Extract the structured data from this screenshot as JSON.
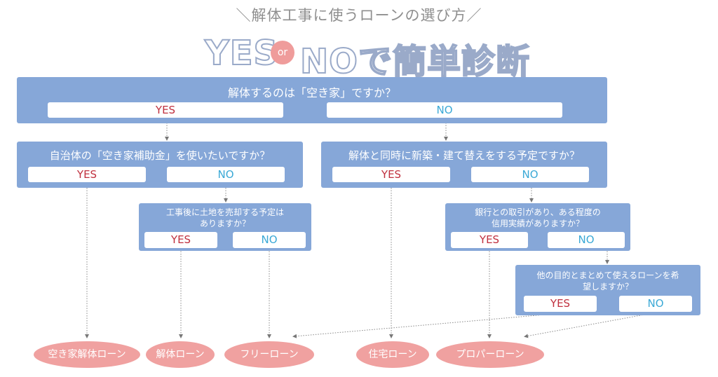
{
  "header": {
    "subtitle": "＼解体工事に使うローンの選び方／",
    "yes": "YES",
    "or": "or",
    "no_title": "NOで簡単診断"
  },
  "questions": {
    "q1": {
      "text": "解体するのは「空き家」ですか？",
      "yes": "YES",
      "no": "NO"
    },
    "q2": {
      "text": "自治体の「空き家補助金」を使いたいですか？",
      "yes": "YES",
      "no": "NO"
    },
    "q3": {
      "text": "解体と同時に新築・建て替えをする予定ですか？",
      "yes": "YES",
      "no": "NO"
    },
    "q4": {
      "line1": "工事後に土地を売却する予定は",
      "line2": "ありますか？",
      "yes": "YES",
      "no": "NO"
    },
    "q5": {
      "line1": "銀行との取引があり、ある程度の",
      "line2": "信用実績がありますか？",
      "yes": "YES",
      "no": "NO"
    },
    "q6": {
      "line1": "他の目的とまとめて使えるローンを希",
      "line2": "望しますか？",
      "yes": "YES",
      "no": "NO"
    }
  },
  "results": {
    "r1": "空き家解体ローン",
    "r2": "解体ローン",
    "r3": "フリーローン",
    "r4": "住宅ローン",
    "r5": "プロパーローン"
  },
  "colors": {
    "box": "#86a7d8",
    "yes": "#c0303e",
    "no": "#3ba9d6",
    "result": "#f0a1a0",
    "title_outline": "#9aaac9"
  }
}
